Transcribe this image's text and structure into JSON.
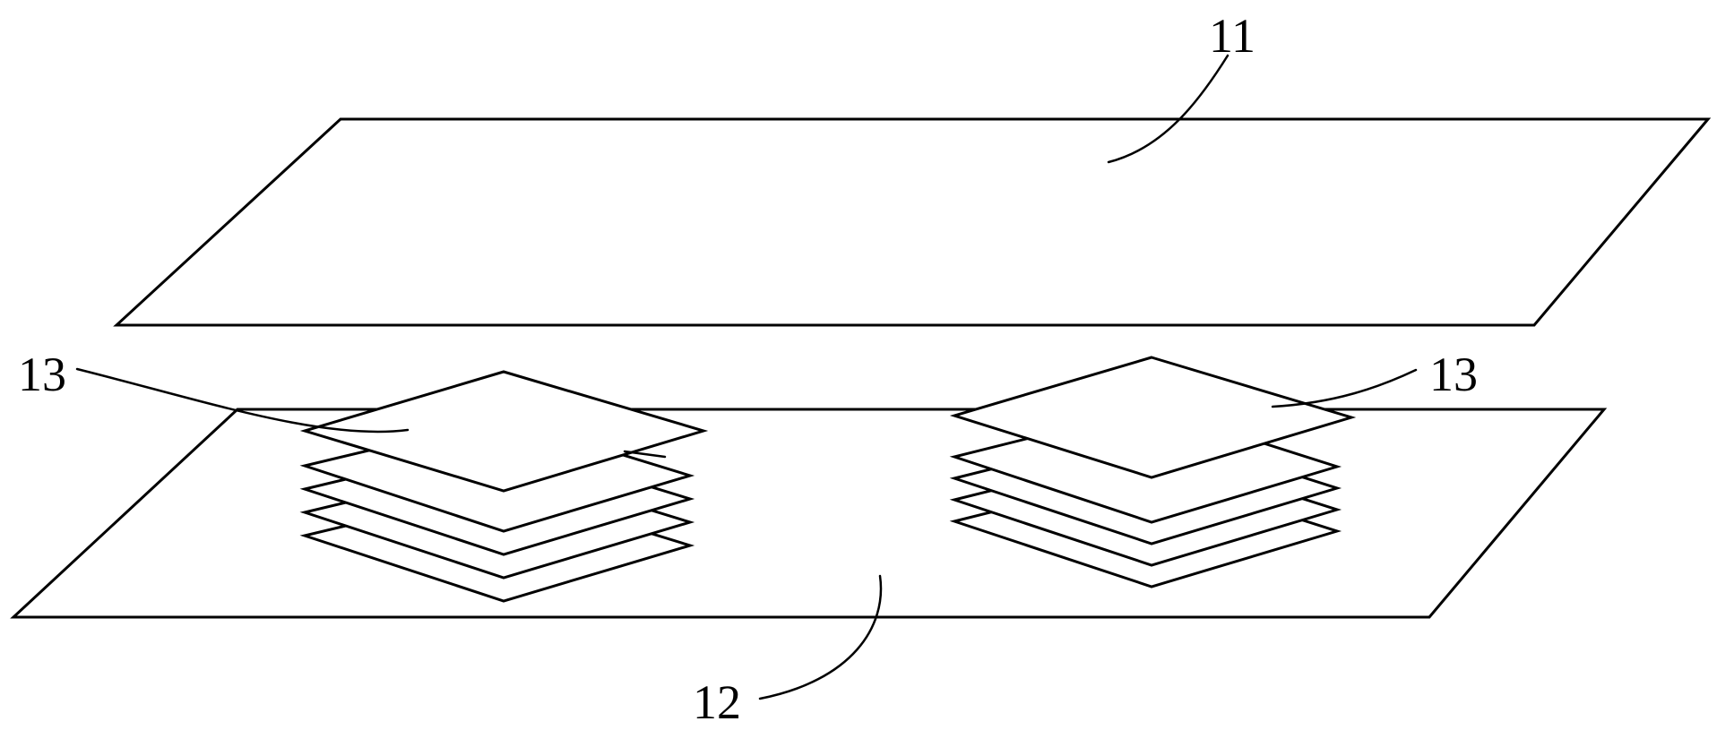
{
  "labels": {
    "top_plate": "11",
    "bottom_plate": "12",
    "left_stack": "13",
    "right_stack": "13"
  },
  "colors": {
    "stroke": "#000000",
    "background": "#ffffff"
  }
}
